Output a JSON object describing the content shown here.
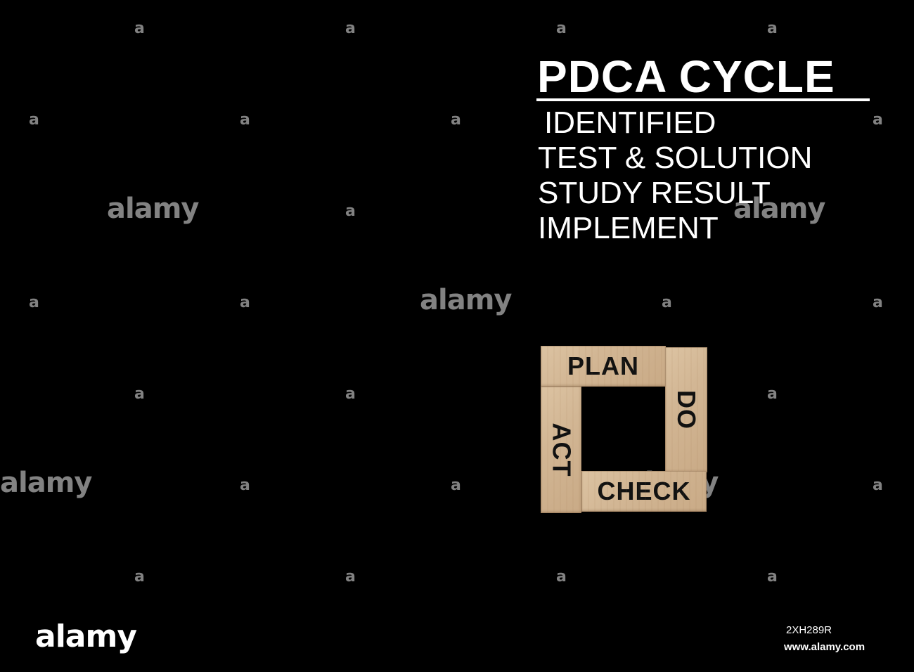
{
  "heading": {
    "title": "PDCA CYCLE",
    "steps": [
      "IDENTIFIED",
      "TEST & SOLUTION",
      "STUDY RESULT",
      "IMPLEMENT"
    ]
  },
  "blocks": {
    "plan": "PLAN",
    "do": "DO",
    "check": "CHECK",
    "act": "ACT"
  },
  "watermark": {
    "mark": "a",
    "word": "alamy"
  },
  "footer": {
    "brand": "alamy",
    "image_id": "2XH289R",
    "site": "www.alamy.com"
  },
  "colors": {
    "background": "#000000",
    "text": "#ffffff",
    "wood": "#d2b694",
    "block_text": "#111111"
  }
}
